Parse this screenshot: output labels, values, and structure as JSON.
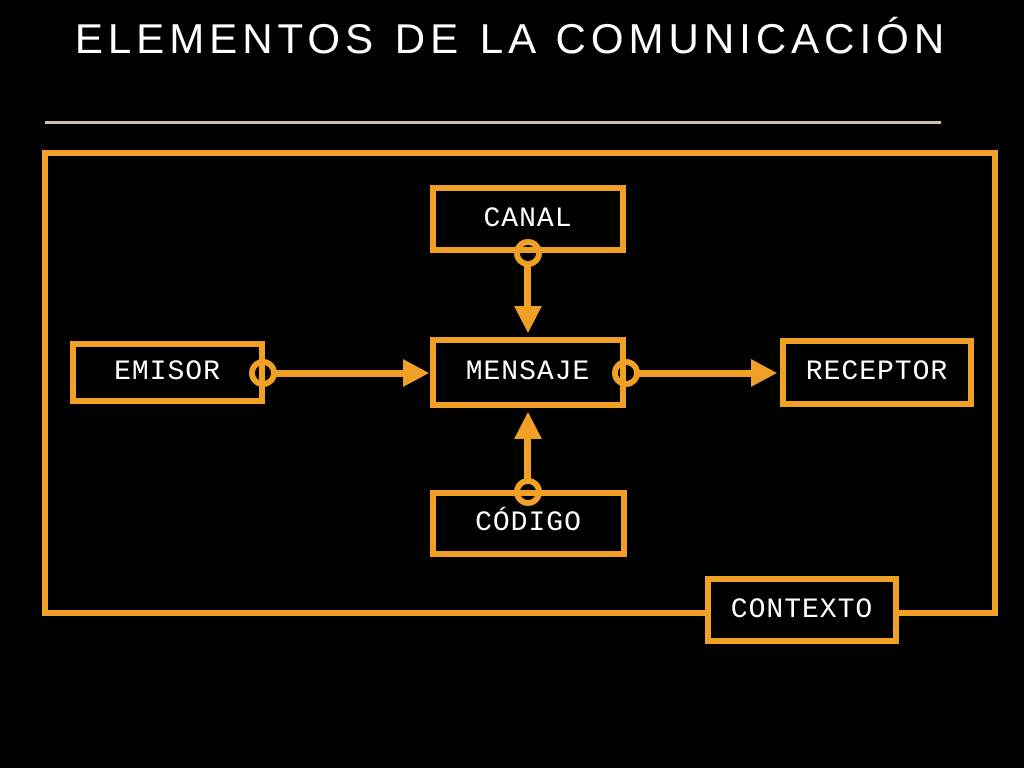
{
  "title": "ELEMENTOS DE LA COMUNICACIÓN",
  "colors": {
    "background": "#000000",
    "accent_orange": "#F0A125",
    "underline_tan": "#CFC2A6",
    "text_white": "#FFFFFF"
  },
  "diagram": {
    "nodes": {
      "canal": {
        "label": "CANAL"
      },
      "emisor": {
        "label": "EMISOR"
      },
      "mensaje": {
        "label": "MENSAJE"
      },
      "receptor": {
        "label": "RECEPTOR"
      },
      "codigo": {
        "label": "CÓDIGO"
      },
      "contexto": {
        "label": "CONTEXTO"
      }
    },
    "edges": [
      {
        "from": "canal",
        "to": "mensaje",
        "direction": "down",
        "style": "port-circle-to-arrow"
      },
      {
        "from": "emisor",
        "to": "mensaje",
        "direction": "right",
        "style": "port-circle-to-arrow"
      },
      {
        "from": "mensaje",
        "to": "receptor",
        "direction": "right",
        "style": "port-circle-to-arrow"
      },
      {
        "from": "codigo",
        "to": "mensaje",
        "direction": "up",
        "style": "port-circle-to-arrow"
      }
    ],
    "frame_note": "CONTEXTO box straddles the bottom border of the outer frame"
  }
}
